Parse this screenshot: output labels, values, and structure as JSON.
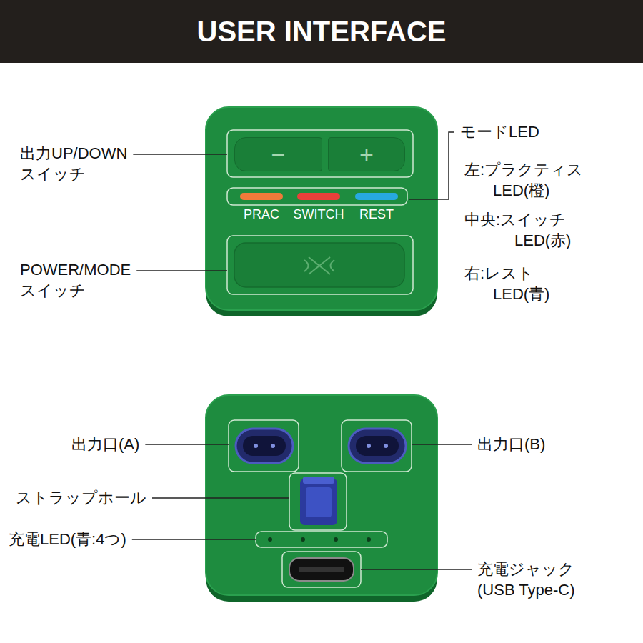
{
  "diagram": {
    "title": "USER INTERFACE",
    "nodes": [
      {
        "text": [
          "−"
        ]
      },
      {
        "text": [
          "+"
        ]
      }
    ],
    "labels": [
      "出力UP/DOWN スイッチ",
      "モードLED",
      "左:プラクティス LED(橙)",
      "PRAC",
      "SWITCH",
      "REST",
      "中央:スイッチ LED(赤)",
      "POWER/MODE スイッチ",
      "右:レスト LED(青)",
      "出力口(A)",
      "出力口(B)",
      "ストラップホール",
      "充電LED(青:4つ)",
      "充電ジャック (USB Type-C)"
    ]
  }
}
